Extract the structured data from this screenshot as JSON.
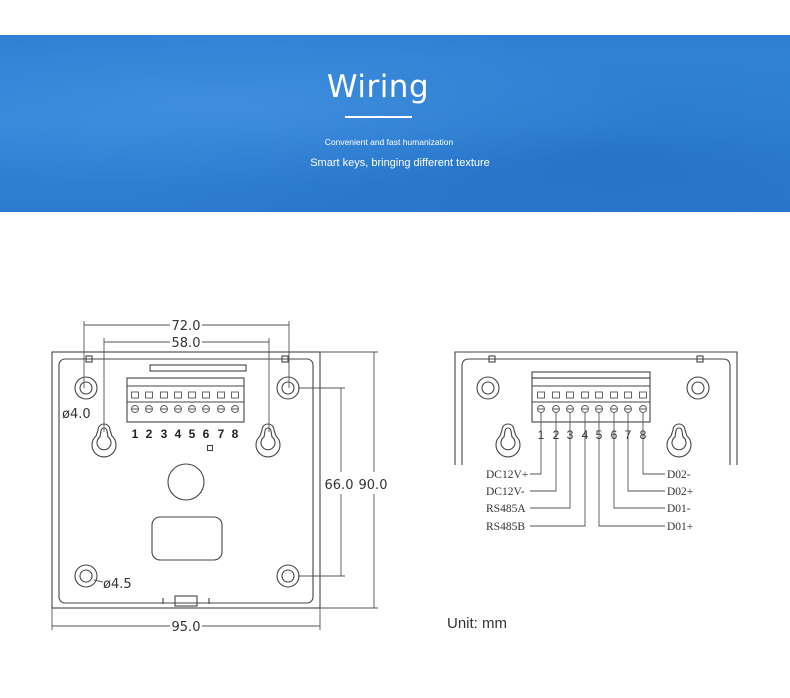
{
  "banner": {
    "title": "Wiring",
    "subtitle": "Convenient and fast humanization",
    "tagline": "Smart keys, bringing different texture"
  },
  "colors": {
    "banner_blue": "#2f80d4",
    "drawing_line": "#444444",
    "text": "#333333"
  },
  "left_device": {
    "dimensions": {
      "top_outer": "72.0",
      "top_inner": "58.0",
      "bottom_width": "95.0",
      "right_inner": "66.0",
      "right_outer": "90.0"
    },
    "hole_labels": {
      "upper": "ø4.0",
      "lower": "ø4.5"
    },
    "terminal_numbers": [
      "1",
      "2",
      "3",
      "4",
      "5",
      "6",
      "7",
      "8"
    ]
  },
  "right_device": {
    "terminal_numbers": [
      "1",
      "2",
      "3",
      "4",
      "5",
      "6",
      "7",
      "8"
    ],
    "left_wire_labels": [
      "DC12V+",
      "DC12V-",
      "RS485A",
      "RS485B"
    ],
    "right_wire_labels": [
      "D02-",
      "D02+",
      "D01-",
      "D01+"
    ]
  },
  "unit_label": "Unit: mm"
}
